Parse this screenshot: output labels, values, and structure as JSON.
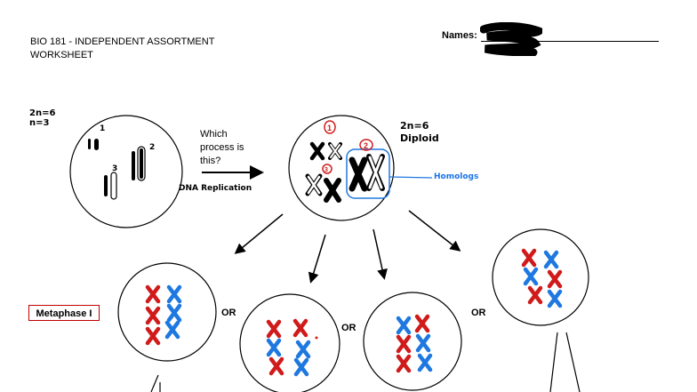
{
  "header": {
    "title_line1": "BIO 181 - INDEPENDENT ASSORTMENT",
    "title_line2": "WORKSHEET",
    "names_label": "Names:"
  },
  "parent_cell": {
    "ploidy_line1": "2n=6",
    "ploidy_line2": "n=3",
    "labels": [
      "1",
      "2",
      "3"
    ]
  },
  "process": {
    "question_line1": "Which",
    "question_line2": "process is",
    "question_line3": "this?",
    "answer": "DNA Replication"
  },
  "replicated_cell": {
    "ploidy": "2n=6",
    "diploid": "Diploid",
    "homologs_label": "Homologs",
    "circled_numbers": [
      "1",
      "2",
      "3"
    ]
  },
  "metaphase": {
    "label": "Metaphase I",
    "or": "OR"
  },
  "colors": {
    "red": "#d01b1b",
    "blue": "#1e78e0",
    "ink": "#000000"
  }
}
